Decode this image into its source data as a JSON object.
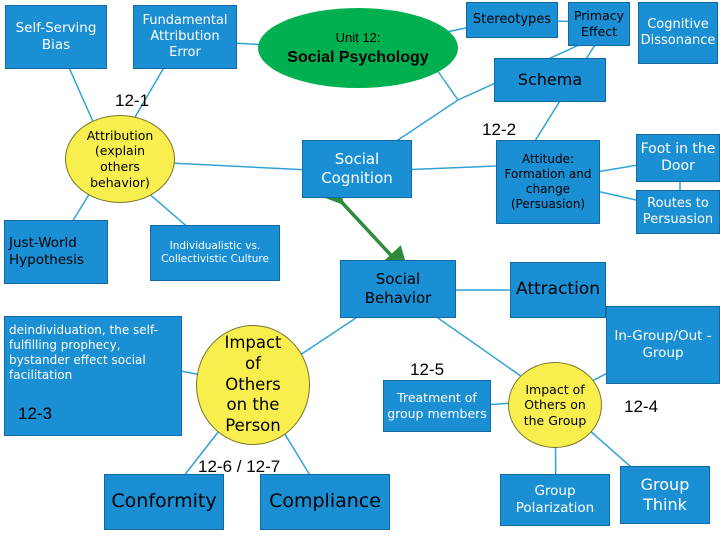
{
  "nodes": {
    "self_serving": "Self-Serving Bias",
    "fundamental": "Fundamental Attribution Error",
    "unit_line1": "Unit 12:",
    "unit_line2": "Social Psychology",
    "stereotypes": "Stereotypes",
    "primacy": "Primacy Effect",
    "cognitive": "Cognitive Dissonance",
    "schema": "Schema",
    "attribution": "Attribution (explain others behavior)",
    "social_cognition": "Social Cognition",
    "attitude": "Attitude: Formation and change (Persuasion)",
    "foot": "Foot in the Door",
    "routes": "Routes to Persuasion",
    "just_world": "Just-World Hypothesis",
    "individualistic": "Individualistic vs. Collectivistic Culture",
    "social_behavior": "Social Behavior",
    "attraction": "Attraction",
    "deindividuation": "deindividuation, the self-fulfilling prophecy, bystander effect social facilitation",
    "impact_person": "Impact of Others on the Person",
    "in_group": "In-Group/Out -Group",
    "treatment": "Treatment of group members",
    "impact_group": "Impact of Others on the Group",
    "conformity": "Conformity",
    "compliance": "Compliance",
    "group_polarization": "Group Polarization",
    "group_think": "Group Think"
  },
  "labels": {
    "l12_1": "12-1",
    "l12_2": "12-2",
    "l12_3": "12-3",
    "l12_4": "12-4",
    "l12_5": "12-5",
    "l12_6": "12-6 / 12-7"
  },
  "colors": {
    "box_blue": "#1a8fd4",
    "oval_green": "#00b050",
    "oval_yellow": "#f8ef4e",
    "arrow_green": "#2e8b3a"
  }
}
